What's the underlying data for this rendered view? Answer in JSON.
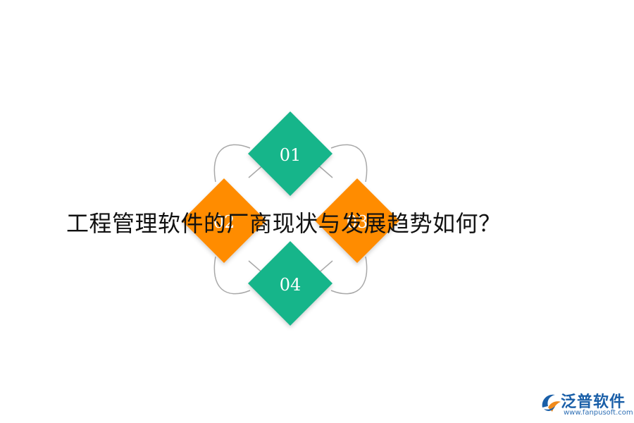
{
  "diagram": {
    "items": [
      {
        "label": "01",
        "color": "#13b58a"
      },
      {
        "label": "02",
        "color": "#ff8c00"
      },
      {
        "label": "03",
        "color": "#ff8c00"
      },
      {
        "label": "04",
        "color": "#13b58a"
      }
    ],
    "connector_color": "#a8a8a8"
  },
  "title": "工程管理软件的厂商现状与发展趋势如何？",
  "logo": {
    "name": "泛普软件",
    "url": "www.fanpusoft.com",
    "icon": "fanpu-logo-icon",
    "colors": {
      "blue": "#1a5fa8",
      "orange": "#f08a1c"
    }
  }
}
